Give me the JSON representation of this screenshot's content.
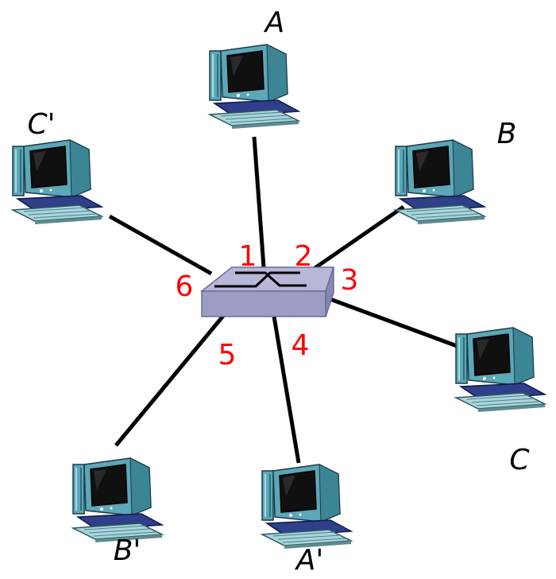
{
  "colors": {
    "link": "#000000",
    "port_label": "#ff0000",
    "switch_top": "#b7b7d8",
    "switch_front": "#9c9cc4",
    "switch_side": "#8686b2",
    "monitor_body": "#5ca7b8",
    "screen": "#101010",
    "keyboard_base": "#2f3f8a"
  },
  "switch": {
    "icon": "network-switch-icon",
    "ports": [
      "1",
      "2",
      "3",
      "4",
      "5",
      "6"
    ]
  },
  "hosts": [
    {
      "id": "A",
      "label": "A",
      "icon": "desktop-computer-icon"
    },
    {
      "id": "B",
      "label": "B",
      "icon": "desktop-computer-icon"
    },
    {
      "id": "C",
      "label": "C",
      "icon": "desktop-computer-icon"
    },
    {
      "id": "A-prime",
      "label": "A'",
      "icon": "desktop-computer-icon"
    },
    {
      "id": "B-prime",
      "label": "B'",
      "icon": "desktop-computer-icon"
    },
    {
      "id": "C-prime",
      "label": "C'",
      "icon": "desktop-computer-icon"
    }
  ]
}
